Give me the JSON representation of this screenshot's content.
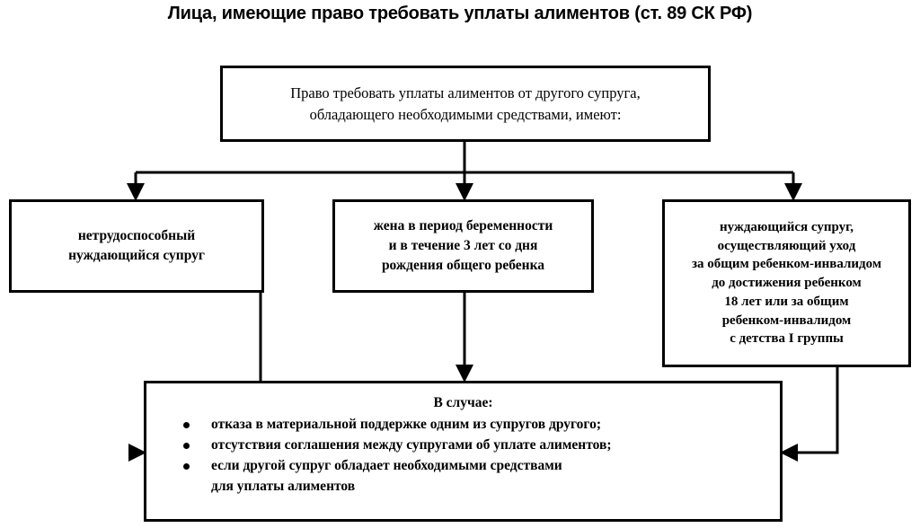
{
  "title": "Лица, имеющие право требовать уплаты алиментов (ст. 89 СК РФ)",
  "diagram": {
    "type": "flowchart",
    "orientation": "top-down",
    "colors": {
      "stroke": "#000000",
      "fill": "#ffffff",
      "text": "#000000"
    },
    "nodes": {
      "root": {
        "id": "root",
        "lines": [
          "Право требовать уплаты алиментов от другого супруга,",
          "обладающего необходимыми средствами, имеют:"
        ]
      },
      "branch_left": {
        "id": "branch-left",
        "lines": [
          "нетрудоспособный",
          "нуждающийся супруг"
        ]
      },
      "branch_middle": {
        "id": "branch-middle",
        "lines": [
          "жена в период беременности",
          "и в течение 3 лет со дня",
          "рождения общего ребенка"
        ]
      },
      "branch_right": {
        "id": "branch-right",
        "lines": [
          "нуждающийся супруг,",
          "осуществляющий уход",
          "за общим ребенком-инвалидом",
          "до достижения ребенком",
          "18 лет или за общим",
          "ребенком-инвалидом",
          "с детства I группы"
        ]
      },
      "conditions": {
        "id": "conditions",
        "heading": "В случае:",
        "items": [
          {
            "text": "отказа в материальной поддержке одним из супругов другого;",
            "text2": ""
          },
          {
            "text": "отсутствия соглашения между супругами об уплате алиментов;",
            "text2": ""
          },
          {
            "text": "если другой супруг обладает необходимыми средствами",
            "text2": "для уплаты алиментов"
          }
        ]
      }
    },
    "edges": [
      {
        "from": "root",
        "to": "branch-left",
        "style": "elbow",
        "arrow": "down"
      },
      {
        "from": "root",
        "to": "branch-middle",
        "style": "straight",
        "arrow": "down"
      },
      {
        "from": "root",
        "to": "branch-right",
        "style": "elbow",
        "arrow": "down"
      },
      {
        "from": "branch-left",
        "to": "conditions",
        "style": "elbow",
        "arrow": "right"
      },
      {
        "from": "branch-middle",
        "to": "conditions",
        "style": "straight",
        "arrow": "down"
      },
      {
        "from": "branch-right",
        "to": "conditions",
        "style": "elbow",
        "arrow": "left"
      }
    ]
  }
}
